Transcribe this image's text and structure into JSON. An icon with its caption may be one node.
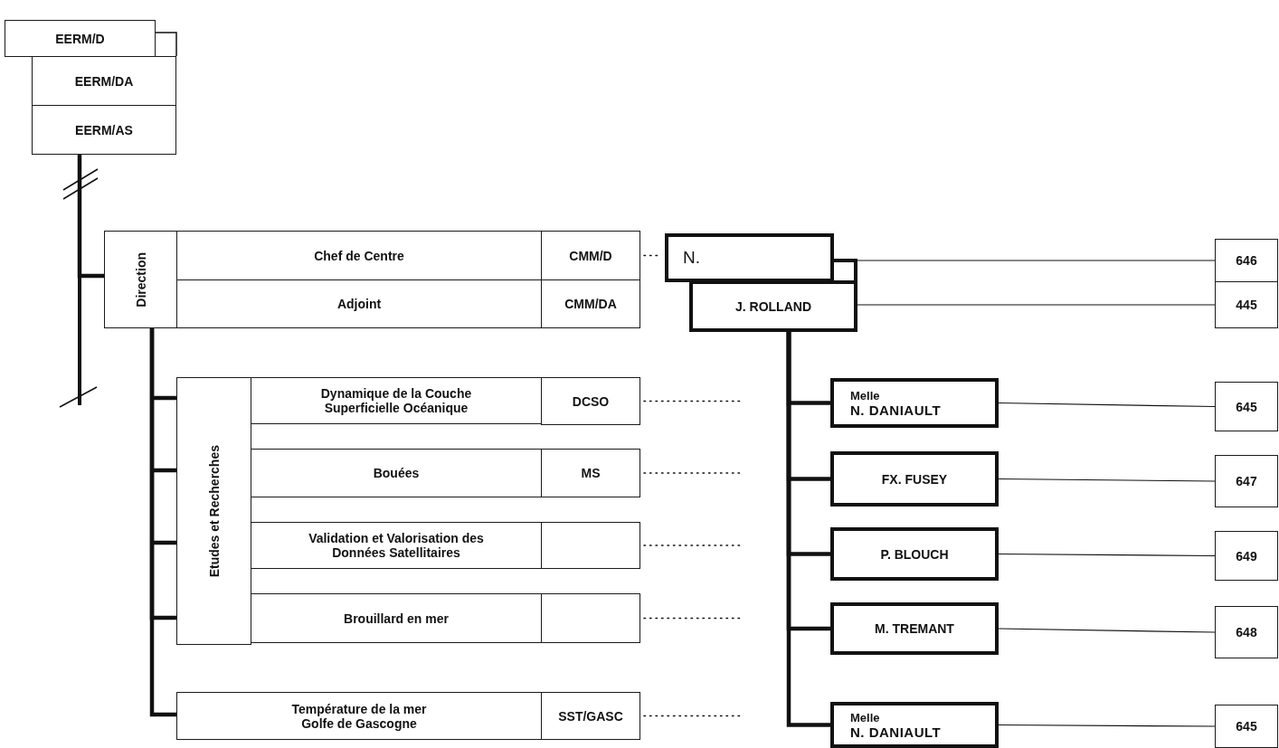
{
  "diagram": {
    "nodes": [
      {
        "text": [
          "EERM/D"
        ]
      },
      {
        "text": [
          "EERM/DA"
        ]
      },
      {
        "text": [
          "EERM/AS"
        ]
      },
      {
        "text": [
          "Direction"
        ]
      },
      {
        "text": [
          "Chef de Centre"
        ]
      },
      {
        "text": [
          "CMM/D"
        ]
      },
      {
        "text": [
          "Adjoint"
        ]
      },
      {
        "text": [
          "CMM/DA"
        ]
      },
      {
        "text": [
          "N."
        ]
      },
      {
        "text": [
          "J. ROLLAND"
        ]
      },
      {
        "text": [
          "Etudes et Recherches"
        ]
      },
      {
        "text": [
          "Dynamique de la Couche Superficielle Océanique"
        ]
      },
      {
        "text": [
          "DCSO"
        ]
      },
      {
        "text": [
          "Bouées"
        ]
      },
      {
        "text": [
          "MS"
        ]
      },
      {
        "text": [
          "Validation et Valorisation des Données Satellitaires"
        ]
      },
      {
        "text": [],
        "shape": "box"
      },
      {
        "text": [
          "Brouillard en mer"
        ]
      },
      {
        "text": [],
        "shape": "box"
      },
      {
        "text": [
          "Température de la mer Golfe de Gascogne"
        ]
      },
      {
        "text": [
          "SST/GASC"
        ]
      },
      {
        "text": [
          "Melle",
          "N. DANIAULT"
        ]
      },
      {
        "text": [
          "FX. FUSEY"
        ]
      },
      {
        "text": [
          "P. BLOUCH"
        ]
      },
      {
        "text": [
          "M. TREMANT"
        ]
      },
      {
        "text": [
          "Melle",
          "N. DANIAULT"
        ]
      },
      {
        "text": [
          "646"
        ]
      },
      {
        "text": [
          "445"
        ]
      },
      {
        "text": [
          "645"
        ]
      },
      {
        "text": [
          "647"
        ]
      },
      {
        "text": [
          "649"
        ]
      },
      {
        "text": [
          "648"
        ]
      },
      {
        "text": [
          "645"
        ]
      }
    ],
    "edges": [
      {
        "from": 2,
        "to": 3,
        "arrow": "none",
        "style": "thick"
      },
      {
        "from": 3,
        "to": 10,
        "arrow": "none",
        "style": "thick"
      },
      {
        "from": 3,
        "to": 19,
        "arrow": "none",
        "style": "thick"
      },
      {
        "from": 5,
        "to": 8,
        "arrow": "none",
        "style": "dashed"
      },
      {
        "from": 8,
        "to": 26,
        "arrow": "none"
      },
      {
        "from": 9,
        "to": 27,
        "arrow": "none"
      },
      {
        "from": 9,
        "to": 21,
        "arrow": "none",
        "style": "thick"
      },
      {
        "from": 9,
        "to": 22,
        "arrow": "none",
        "style": "thick"
      },
      {
        "from": 9,
        "to": 23,
        "arrow": "none",
        "style": "thick"
      },
      {
        "from": 9,
        "to": 24,
        "arrow": "none",
        "style": "thick"
      },
      {
        "from": 9,
        "to": 25,
        "arrow": "none",
        "style": "thick"
      },
      {
        "from": 12,
        "to": null,
        "arrow": "none",
        "style": "dashed"
      },
      {
        "from": 14,
        "to": null,
        "arrow": "none",
        "style": "dashed"
      },
      {
        "from": 16,
        "to": null,
        "arrow": "none",
        "style": "dashed"
      },
      {
        "from": 18,
        "to": null,
        "arrow": "none",
        "style": "dashed"
      },
      {
        "from": 20,
        "to": null,
        "arrow": "none",
        "style": "dashed"
      },
      {
        "from": 21,
        "to": 28,
        "arrow": "none"
      },
      {
        "from": 22,
        "to": 29,
        "arrow": "none"
      },
      {
        "from": 23,
        "to": 30,
        "arrow": "none"
      },
      {
        "from": 24,
        "to": 31,
        "arrow": "none"
      },
      {
        "from": 25,
        "to": 32,
        "arrow": "none"
      }
    ]
  }
}
